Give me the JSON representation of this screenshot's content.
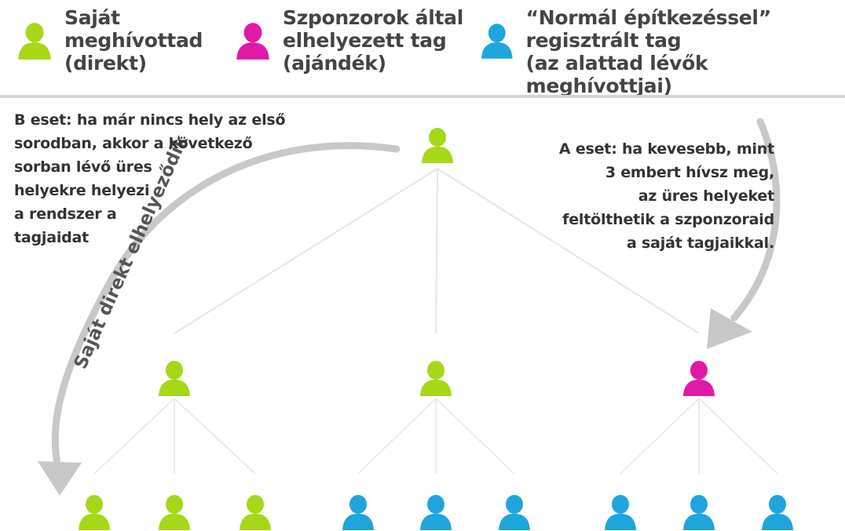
{
  "legend": [
    {
      "label": "Saját\nmeghívottad\n(direkt)",
      "color": "#a6d817",
      "icon": "person-icon"
    },
    {
      "label": "Szponzorok által\nelhelyezett tag\n(ajándék)",
      "color": "#e01aa6",
      "icon": "person-icon"
    },
    {
      "label": "“Normál építkezéssel”\nregisztrált tag\n(az alattad lévők meghívottjai)",
      "color": "#1ea6dc",
      "icon": "person-icon"
    }
  ],
  "notes": {
    "case_b": "B eset: ha már nincs hely az első\nsorodban, akkor a következő\nsorban lévő üres\nhelyekre helyezi\na rendszer a\ntagjaidat",
    "case_a": "A eset:  ha kevesebb, mint\n3 embert hívsz meg,\naz üres helyeket\nfeltölthetik a szponzoraid\na saját tagjaikkal."
  },
  "arrow_label": "Saját direkt elhelyeződik",
  "colors": {
    "green": "#a6d817",
    "magenta": "#e01aa6",
    "blue": "#1ea6dc",
    "arrow": "#c8c8c8",
    "line": "#e6e6e6"
  },
  "tree": {
    "root": {
      "color": "green"
    },
    "level1": [
      "green",
      "green",
      "magenta"
    ],
    "level2": [
      "green",
      "green",
      "green",
      "blue",
      "blue",
      "blue",
      "blue",
      "blue",
      "blue"
    ]
  }
}
